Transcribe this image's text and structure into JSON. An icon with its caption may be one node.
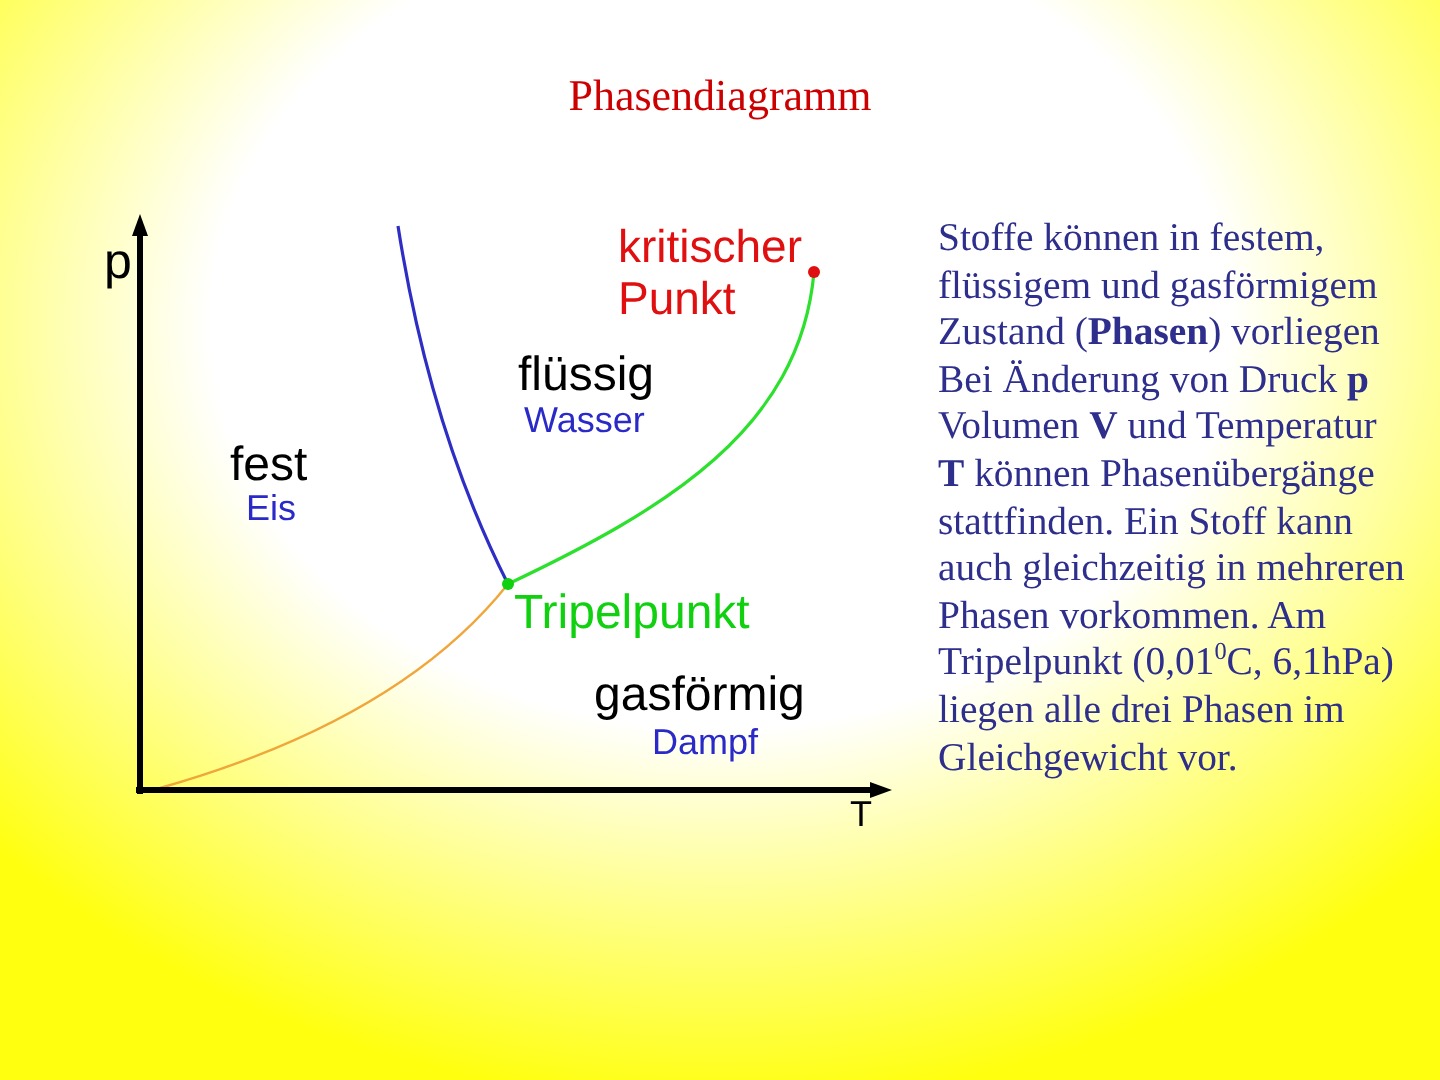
{
  "diagram": {
    "title": "Phasendiagramm",
    "labels": [
      "p",
      "kritischer Punkt",
      "flüssig",
      "Wasser",
      "fest",
      "Eis",
      "Tripelpunkt",
      "gasförmig",
      "Dampf",
      "T",
      "Stoffe können in festem, flüssigem und gasförmigem Zustand (**Phasen**) vorliegen Bei Änderung von Druck **p** Volumen **V** und Temperatur **T** können Phasenübergänge stattfinden. Ein Stoff kann auch gleichzeitig in mehreren Phasen vorkommen. Am Tripelpunkt (0,01$^{0}$C, 6,1hPa) liegen alle drei Phasen im Gleichgewicht vor."
    ]
  }
}
